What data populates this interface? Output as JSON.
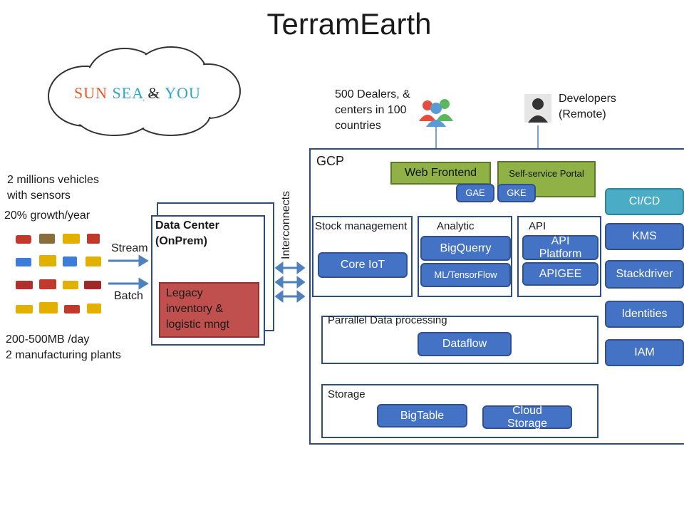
{
  "title": "TerramEarth",
  "logo": {
    "word1": "SUN",
    "word2": "SEA",
    "amp": "&",
    "word3": "YOU",
    "color1": "#e05a2b",
    "color2": "#2aa6c8"
  },
  "left": {
    "vehicles_line1": "2 millions vehicles",
    "vehicles_line2": "with sensors",
    "growth": "20% growth/year",
    "stream": "Stream",
    "batch": "Batch",
    "data_line1": "200-500MB /day",
    "data_line2": "2 manufacturing plants"
  },
  "datacenter": {
    "title_line1": "Data Center",
    "title_line2": "(OnPrem)",
    "legacy_line1": "Legacy",
    "legacy_line2": "inventory &",
    "legacy_line3": "logistic mngt",
    "legacy_color": "#c0504d"
  },
  "interconnects": "Interconnects",
  "dealers": {
    "line1": "500 Dealers, &",
    "line2": "centers in 100",
    "line3": "countries"
  },
  "developers": {
    "line1": "Developers",
    "line2": "(Remote)"
  },
  "gcp": {
    "label": "GCP",
    "web_frontend": "Web Frontend",
    "portal": "Self-service Portal",
    "gae": "GAE",
    "gke": "GKE",
    "stock": {
      "title": "Stock management",
      "core_iot": "Core IoT"
    },
    "analytic": {
      "title": "Analytic",
      "bigquery": "BigQuerry",
      "ml": "ML/TensorFlow"
    },
    "api": {
      "title": "API",
      "platform_line1": "API",
      "platform_line2": "Platform",
      "apigee": "APIGEE"
    },
    "parallel": {
      "title": "Parrallel Data processing",
      "dataflow": "Dataflow"
    },
    "storage": {
      "title": "Storage",
      "bigtable": "BigTable",
      "cloud_line1": "Cloud",
      "cloud_line2": "Storage"
    },
    "side": {
      "cicd": "CI/CD",
      "kms": "KMS",
      "stackdriver": "Stackdriver",
      "identities": "Identities",
      "iam": "IAM"
    }
  },
  "colors": {
    "service_blue": "#4472c4",
    "green": "#8fb145",
    "cicd": "#4bacc6",
    "border": "#2e4f78"
  }
}
